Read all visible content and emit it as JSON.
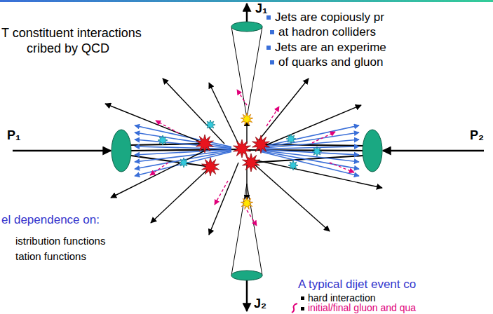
{
  "diagram": {
    "labels": [
      "J₁",
      "T constituent interactions",
      "cribed by QCD",
      "Jets are copiously pr",
      "at hadron colliders",
      "Jets are an experime",
      "of quarks and gluon",
      "P₁",
      "P₂",
      "el dependence on:",
      "istribution functions",
      "tation functions",
      "J₂",
      "A typical dijet event co",
      "hard interaction",
      "initial/final gluon and qua"
    ]
  }
}
